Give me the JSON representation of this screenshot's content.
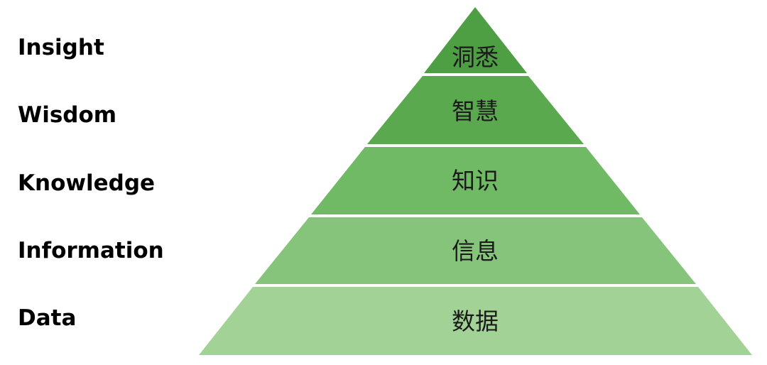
{
  "levels": [
    {
      "english": "Insight",
      "chinese": "洞悉",
      "color": "#4e9f44"
    },
    {
      "english": "Wisdom",
      "chinese": "智慧",
      "color": "#5aa94f"
    },
    {
      "english": "Knowledge",
      "chinese": "知识",
      "color": "#70b965"
    },
    {
      "english": "Information",
      "chinese": "信息",
      "color": "#86c47b"
    },
    {
      "english": "Data",
      "chinese": "数据",
      "color": "#a3d297"
    }
  ]
}
